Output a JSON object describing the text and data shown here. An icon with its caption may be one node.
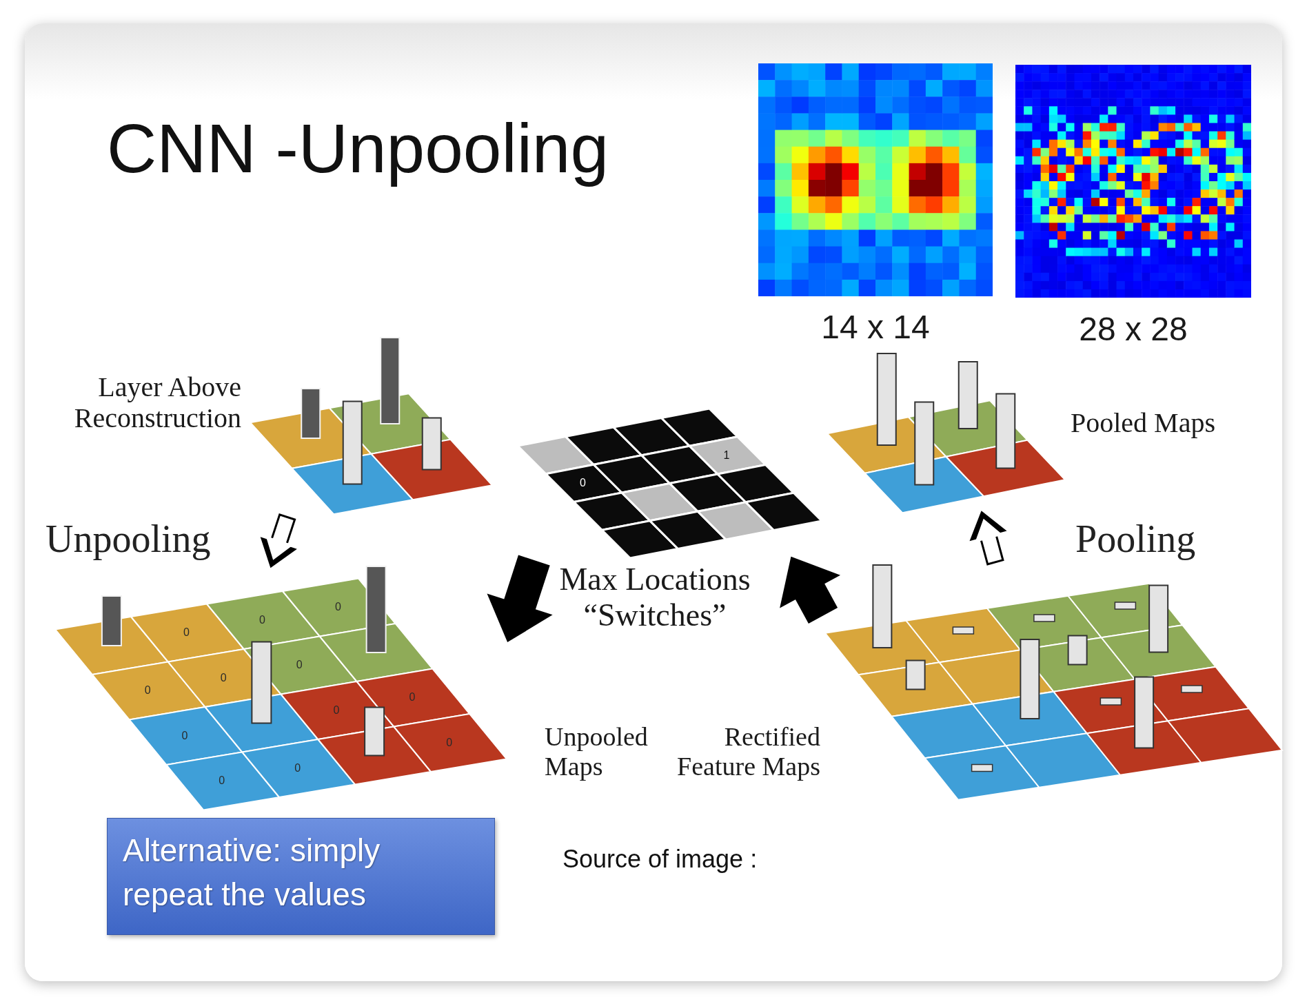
{
  "diagram": {
    "title": "CNN -Unpooling",
    "nodes": [
      {
        "text": [],
        "shape": "picture",
        "beside": [
          "14 x 14"
        ]
      },
      {
        "text": [],
        "shape": "picture",
        "beside": [
          "28 x 28"
        ]
      },
      {
        "text": [],
        "shape": "picture",
        "beside": [
          "Layer Above Reconstruction"
        ]
      },
      {
        "text": [],
        "shape": "picture",
        "beside": [
          "Max Locations “Switches”"
        ]
      },
      {
        "text": [],
        "shape": "picture",
        "beside": [
          "Pooled Maps"
        ]
      },
      {
        "text": [],
        "shape": "picture",
        "beside": [
          "Unpooled Maps"
        ]
      },
      {
        "text": [],
        "shape": "picture",
        "beside": [
          "Rectified Feature Maps"
        ]
      },
      {
        "text": [
          "Alternative: simply repeat the values"
        ]
      }
    ],
    "edges": [
      {
        "from": 2,
        "to": 5,
        "arrow": "to",
        "label": "Unpooling"
      },
      {
        "from": 6,
        "to": 4,
        "arrow": "to",
        "label": "Pooling"
      },
      {
        "from": 6,
        "to": 3,
        "arrow": "to",
        "style": "thick"
      },
      {
        "from": 3,
        "to": 5,
        "arrow": "to",
        "style": "thick"
      }
    ],
    "labels": [
      "1",
      "0",
      "0",
      "0",
      "0",
      "0",
      "0",
      "0",
      "0",
      "0",
      "0",
      "0",
      "0",
      "0",
      "Source of image :"
    ]
  }
}
